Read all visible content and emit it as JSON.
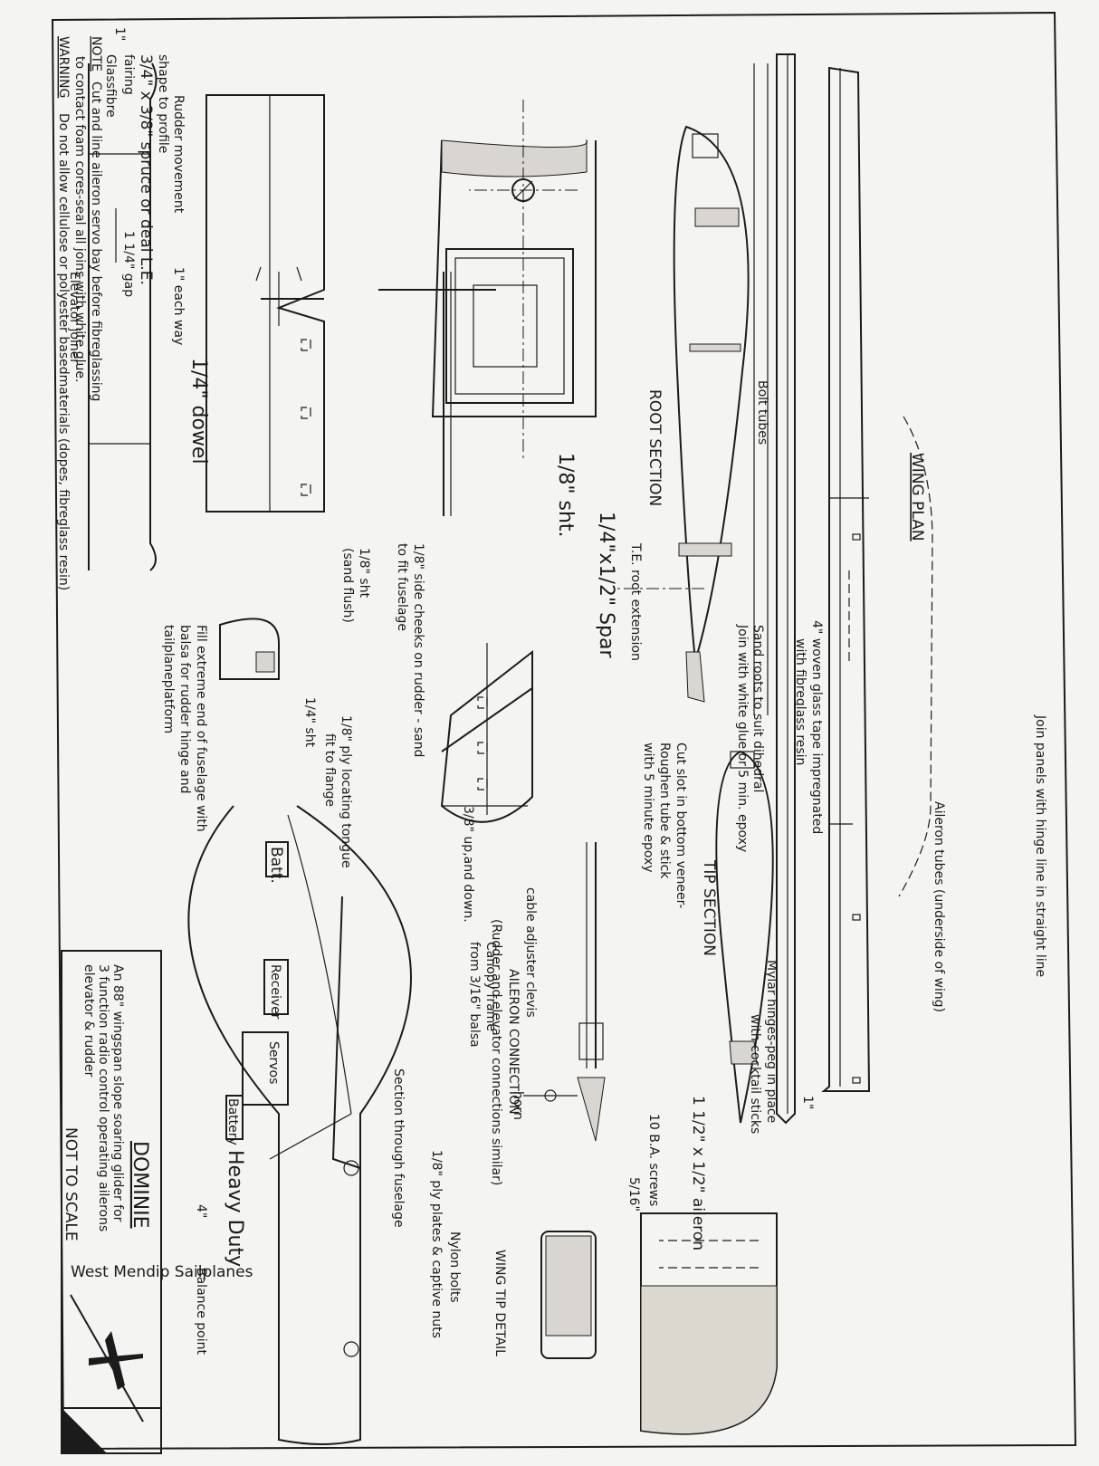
{
  "sheet": {
    "orientation": "rotated-90-ccw",
    "colors": {
      "paper": "#f4f4f2",
      "ink": "#1b1b1b",
      "background": "#e9eaec",
      "shade": "#d9d6d1"
    }
  },
  "header": {
    "warning_word": "WARNING",
    "warning_text": "Do not allow cellulose or polyester basedmaterials (dopes, fibreglass resin)",
    "warning_text_2": "to contact foam cores-seal all joins with white glue.",
    "note_word": "NOTE",
    "note_text": "Cut and line aileron servo bay before fibreglassing"
  },
  "wing_plan": {
    "title": "WING PLAN",
    "join_note": "Join panels with hinge line in straight line",
    "aileron_tubes": "Aileron tubes (underside of wing)",
    "glass_tape": "4\" woven glass tape impregnated",
    "glass_tape_2": "with fibreglass resin",
    "dim_left": "1\"",
    "dim_right": "1\""
  },
  "root_section": {
    "title": "ROOT SECTION",
    "bolt_tubes": "Bolt tubes",
    "glassfibre": "Glassfibre",
    "glassfibre_2": "fairing",
    "le_note": "3/4\" x 3/8\" spruce or deal L.E.",
    "le_note_2": "shape to profile",
    "te_note": "T.E. root extension",
    "spar": "1/4\"x1/2\" Spar",
    "sht": "1/8\" sht."
  },
  "tip_section": {
    "title": "TIP SECTION",
    "sand_roots": "Sand roots to suit dihedral",
    "sand_roots_2": "Join with white glue or 5 min. epoxy",
    "mylar": "Mylar hinges-peg in place",
    "mylar_2": "with cocktail sticks",
    "aileron": "1 1/2\" x 1/2\" aileron",
    "cut_slot": "Cut slot in bottom veneer-",
    "cut_slot_2": "Roughen tube & stick",
    "cut_slot_3": "with 5 minute epoxy"
  },
  "aileron_connection": {
    "title": "AILERON CONNECTION",
    "note": "(Rudder and elevator connections similar)",
    "cable": "cable adjuster clevis",
    "horn": "horn",
    "screws": "10 B.A. screws",
    "dim": "5/16\""
  },
  "wing_tip_detail": {
    "title": "WING TIP DETAIL"
  },
  "tail": {
    "rudder_movement": "Rudder movement",
    "each_way": "1\" each way",
    "dowel": "1/4\" dowel",
    "gap": "1 1/4\" gap",
    "elevator_joiner": "Elevator joiner"
  },
  "fin": {
    "side_cheeks": "1/8\" side cheeks on rudder - sand",
    "side_cheeks_2": "to fit fuselage",
    "sht_eighth": "1/8\" sht",
    "sand_flush": "(sand flush)",
    "sht_quarter": "1/4\" sht",
    "ply_tongue": "1/8\" ply locating tongue",
    "ply_tongue_2": "fit to flange",
    "movement": "3/8\" up,and down.",
    "fill_note": "Fill extreme end of fuselage with",
    "fill_note_2": "balsa for rudder hinge and",
    "fill_note_3": "tailplaneplatform"
  },
  "fuselage": {
    "canopy": "Canopy frame",
    "canopy_2": "from 3/16\" balsa",
    "nylon": "Nylon bolts",
    "ply_plates": "1/8\" ply plates & captive nuts",
    "section": "Section through fuselage",
    "batt": "Batt.",
    "receiver": "Receiver",
    "servos": "Servos",
    "battery": "Battery",
    "heavy_duty": "Heavy Duty",
    "balance": "Balance point",
    "dim_4": "4\""
  },
  "title_block": {
    "name": "DOMINIE",
    "desc": "An 88\" wingspan slope soaring glider for",
    "desc_2": "3 function radio control operating ailerons",
    "desc_3": "elevator & rudder",
    "scale": "NOT TO SCALE",
    "company": "West Mendip Sailplanes"
  }
}
